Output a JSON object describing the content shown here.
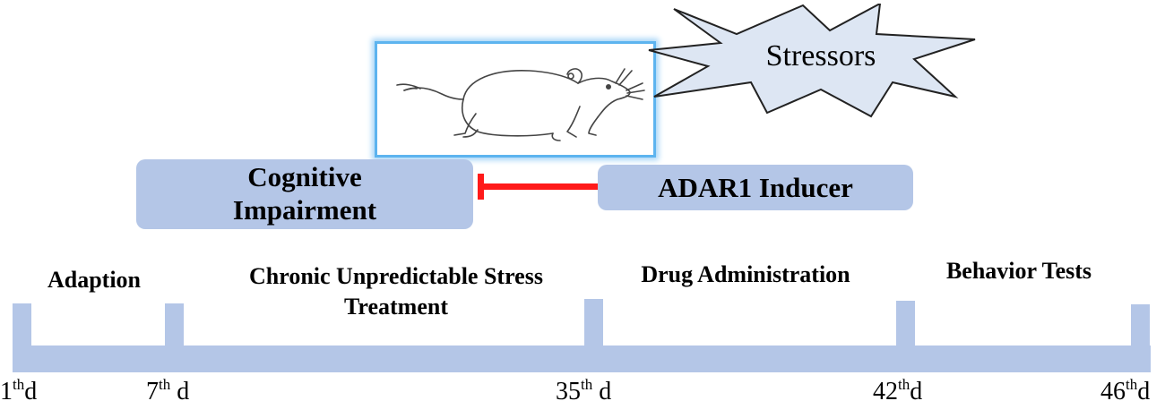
{
  "stressors_label": "Stressors",
  "cognitive_box": {
    "line1": "Cognitive",
    "line2": "Impairment"
  },
  "inducer_label": "ADAR1 Inducer",
  "phases": [
    {
      "line1": "Adaption"
    },
    {
      "line1": "Chronic Unpredictable Stress",
      "line2": "Treatment"
    },
    {
      "line1": "Drug Administration"
    },
    {
      "line1": "Behavior Tests"
    }
  ],
  "days": [
    {
      "num": "1",
      "sup": "th",
      "suffix": "d"
    },
    {
      "num": "7",
      "sup": "th",
      "suffix": " d"
    },
    {
      "num": "35",
      "sup": "th",
      "suffix": " d"
    },
    {
      "num": "42",
      "sup": "th",
      "suffix": "d"
    },
    {
      "num": "46",
      "sup": "th",
      "suffix": "d"
    }
  ],
  "colors": {
    "box_fill": "#b4c6e7",
    "inhibition": "#ff1a1a",
    "frame": "#5db4ef",
    "burst_fill": "#dde6f3"
  },
  "icons": [
    "rat-illustration-icon",
    "starburst-icon",
    "inhibition-arrow-icon"
  ]
}
